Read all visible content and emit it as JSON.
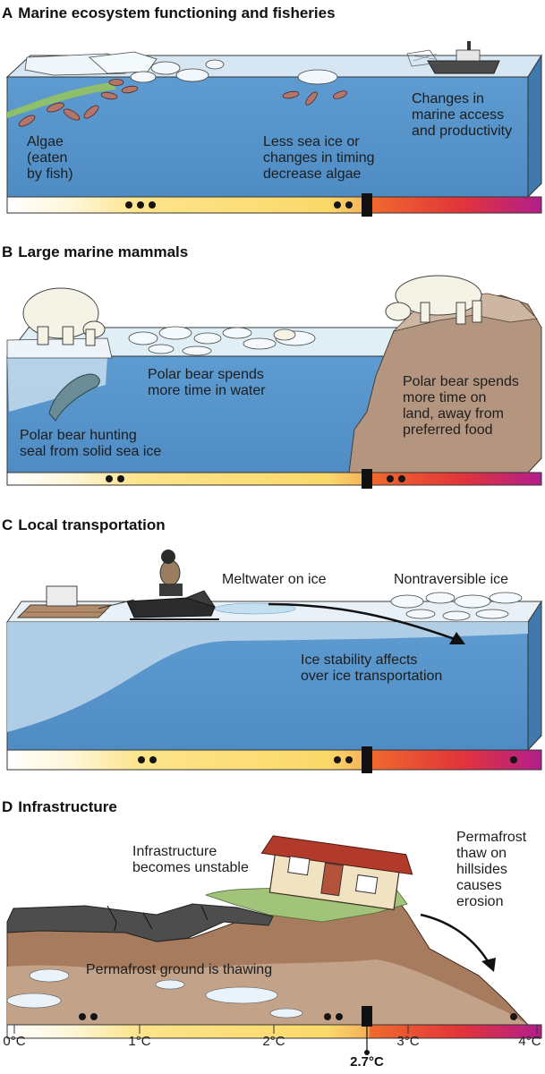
{
  "panels": [
    {
      "letter": "A",
      "title": "Marine ecosystem functioning and fisheries",
      "labels": [
        "Algae\n(eaten\nby fish)",
        "Less sea ice or\nchanges in timing\ndecrease algae",
        "Changes in\nmarine access\nand productivity"
      ],
      "dot_groups": [
        3,
        2
      ]
    },
    {
      "letter": "B",
      "title": "Large marine mammals",
      "labels": [
        "Polar bear spends\nmore time in water",
        "Polar bear hunting\nseal from solid sea ice",
        "Polar bear spends\nmore time on\nland, away from\npreferred food"
      ],
      "dot_groups": [
        2,
        2
      ]
    },
    {
      "letter": "C",
      "title": "Local transportation",
      "labels": [
        "Meltwater on ice",
        "Nontraversible ice",
        "Ice stability affects\nover ice transportation"
      ],
      "dot_groups": [
        2,
        2,
        1
      ]
    },
    {
      "letter": "D",
      "title": "Infrastructure",
      "labels": [
        "Infrastructure\nbecomes unstable",
        "Permafrost\nthaw on\nhillsides\ncauses\nerosion",
        "Permafrost ground is thawing"
      ],
      "dot_groups": [
        2,
        2,
        1
      ]
    }
  ],
  "axis": {
    "ticks": [
      "0°C",
      "1°C",
      "2°C",
      "3°C",
      "4°C"
    ],
    "marker_label": "2.7°C",
    "colors": {
      "white": "#ffffff",
      "yellow": "#fbe27a",
      "orange": "#f07a2b",
      "red": "#e2343a",
      "magenta": "#b21e8c"
    }
  }
}
